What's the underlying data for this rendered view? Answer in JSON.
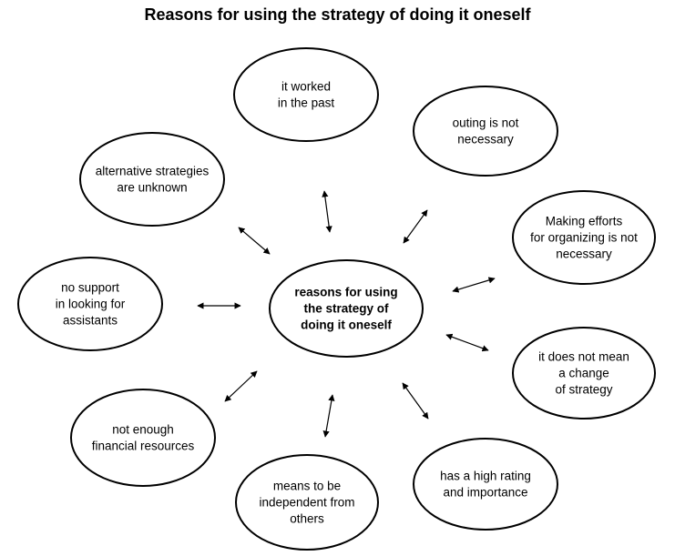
{
  "title": "Reasons for using the strategy of doing it oneself",
  "center": {
    "lines": [
      "reasons for using",
      "the strategy of",
      "doing it oneself"
    ]
  },
  "reasons": [
    {
      "id": "worked-past",
      "lines": [
        "it worked",
        "in the past"
      ]
    },
    {
      "id": "outing",
      "lines": [
        "outing is not",
        "necessary"
      ]
    },
    {
      "id": "efforts",
      "lines": [
        "Making efforts",
        "for organizing is not",
        "necessary"
      ]
    },
    {
      "id": "change",
      "lines": [
        "it does not mean",
        "a change",
        "of strategy"
      ]
    },
    {
      "id": "rating",
      "lines": [
        "has a high rating",
        "and importance"
      ]
    },
    {
      "id": "independent",
      "lines": [
        "means to be",
        "independent from",
        "others"
      ]
    },
    {
      "id": "financial",
      "lines": [
        "not enough",
        "financial resources"
      ]
    },
    {
      "id": "support",
      "lines": [
        "no support",
        "in looking for",
        "assistants"
      ]
    },
    {
      "id": "alternatives",
      "lines": [
        "alternative strategies",
        "are unknown"
      ]
    }
  ]
}
